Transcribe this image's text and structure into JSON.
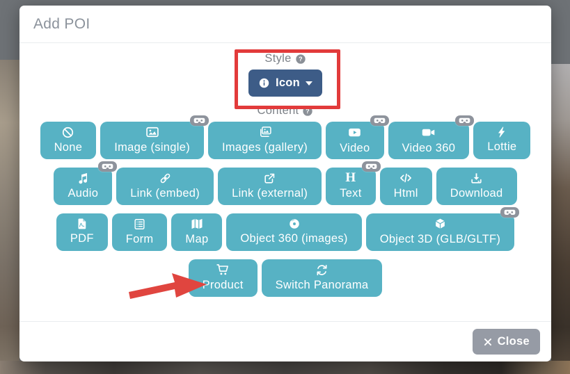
{
  "dialog": {
    "title": "Add POI",
    "style_section": {
      "label": "Style",
      "dropdown": {
        "label": "Icon",
        "icon": "info-circle-icon",
        "caret": "caret-down-icon"
      }
    },
    "content_section": {
      "label": "Content",
      "vr_badge_icon": "vr-goggles-icon",
      "rows": [
        [
          {
            "label": "None",
            "icon": "ban-icon",
            "vr_badge": false
          },
          {
            "label": "Image (single)",
            "icon": "image-icon",
            "vr_badge": true
          },
          {
            "label": "Images (gallery)",
            "icon": "images-icon",
            "vr_badge": false
          },
          {
            "label": "Video",
            "icon": "video-icon",
            "vr_badge": true
          },
          {
            "label": "Video 360",
            "icon": "video-camera-icon",
            "vr_badge": true
          },
          {
            "label": "Lottie",
            "icon": "bolt-icon",
            "vr_badge": false
          }
        ],
        [
          {
            "label": "Audio",
            "icon": "music-note-icon",
            "vr_badge": true
          },
          {
            "label": "Link (embed)",
            "icon": "link-icon",
            "vr_badge": false
          },
          {
            "label": "Link (external)",
            "icon": "external-link-icon",
            "vr_badge": false
          },
          {
            "label": "Text",
            "icon": "heading-icon",
            "vr_badge": true
          },
          {
            "label": "Html",
            "icon": "code-icon",
            "vr_badge": false
          },
          {
            "label": "Download",
            "icon": "download-icon",
            "vr_badge": false
          }
        ],
        [
          {
            "label": "PDF",
            "icon": "file-pdf-icon",
            "vr_badge": false
          },
          {
            "label": "Form",
            "icon": "form-icon",
            "vr_badge": false
          },
          {
            "label": "Map",
            "icon": "map-icon",
            "vr_badge": false
          },
          {
            "label": "Object 360 (images)",
            "icon": "disc-icon",
            "vr_badge": false
          },
          {
            "label": "Object 3D (GLB/GLTF)",
            "icon": "cube-icon",
            "vr_badge": true
          }
        ],
        [
          {
            "label": "Product",
            "icon": "shopping-cart-icon",
            "vr_badge": false
          },
          {
            "label": "Switch Panorama",
            "icon": "rotate-arrows-icon",
            "vr_badge": false
          }
        ]
      ]
    },
    "footer": {
      "close_label": "Close",
      "close_icon": "x-icon"
    }
  },
  "colors": {
    "content_button_teal": "#57b2c4",
    "style_dropdown_navy": "#3d5c87",
    "annotation_rectangle_red": "#e23b3b",
    "annotation_arrow_red": "#e0453f",
    "vr_badge_gray": "#8e939c",
    "close_button_gray": "#969ba5",
    "title_gray": "#8b929b",
    "section_label_gray": "#7c8187"
  }
}
